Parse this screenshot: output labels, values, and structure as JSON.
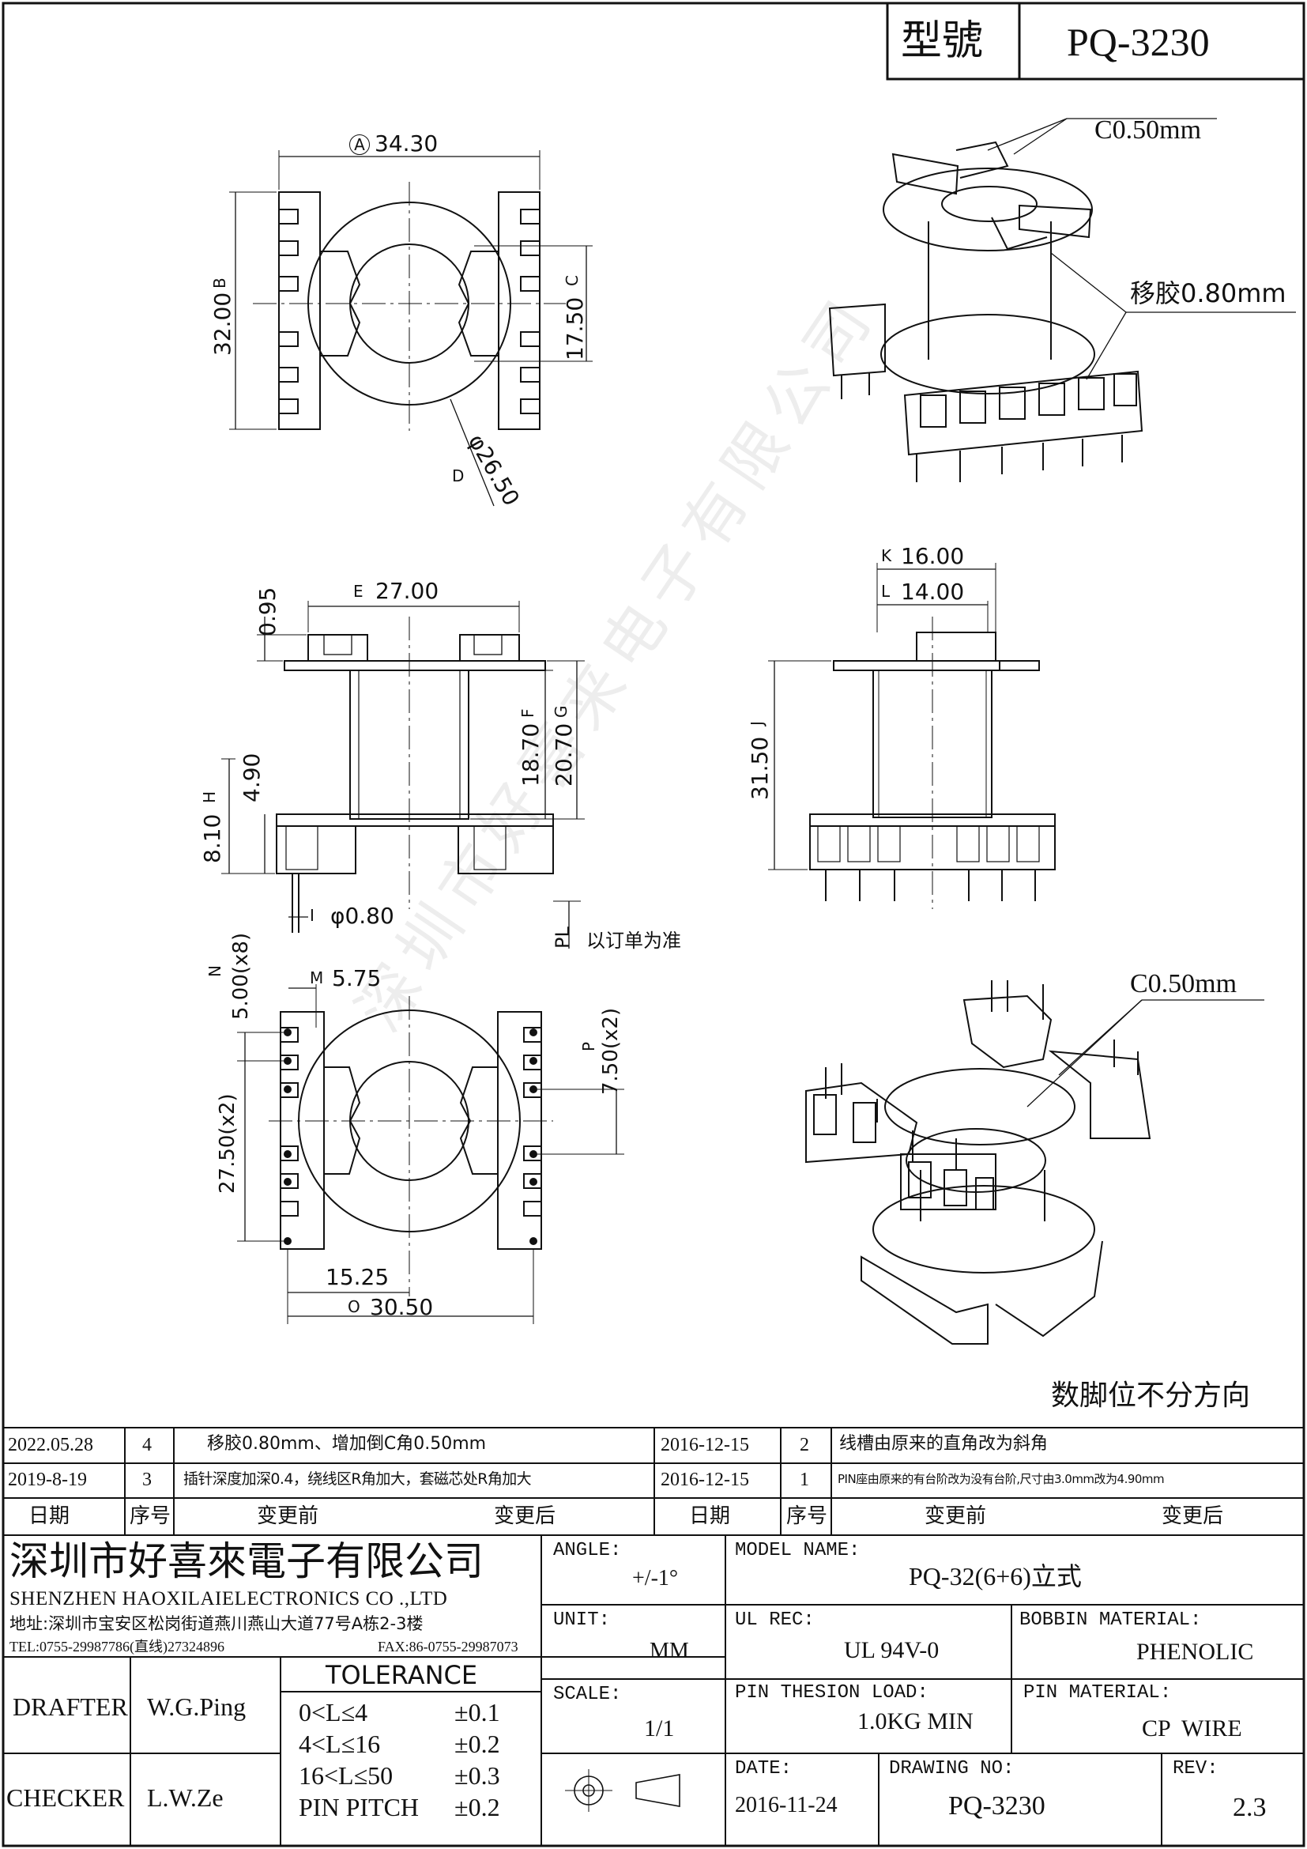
{
  "header": {
    "label": "型號",
    "value": "PQ-3230"
  },
  "watermark": "深圳市好喜来电子有限公司",
  "top_view": {
    "dim_a": "34.30",
    "dim_b": "32.00",
    "dim_c": "17.50",
    "dim_d": "φ26.50",
    "badge_a": "A",
    "badge_b": "B",
    "badge_c": "C",
    "badge_d": "D"
  },
  "iso_top": {
    "chamfer": "C0.50mm",
    "shift": "移胶0.80mm"
  },
  "front_view": {
    "dim_e": "27.00",
    "dim_095": "0.95",
    "dim_f": "18.70",
    "dim_g": "20.70",
    "dim_490": "4.90",
    "dim_h": "8.10",
    "dim_i": "φ0.80",
    "pl": "PL",
    "pl_note": "以订单为准",
    "badge_e": "E",
    "badge_f": "F",
    "badge_g": "G",
    "badge_h": "H",
    "badge_i": "I"
  },
  "side_view": {
    "dim_k": "16.00",
    "dim_l": "14.00",
    "dim_j": "31.50",
    "badge_k": "K",
    "badge_l": "L",
    "badge_j": "J"
  },
  "bottom_view": {
    "dim_m": "5.75",
    "dim_n": "5.00(x8)",
    "dim_p": "7.50(x2)",
    "dim_2750": "27.50(x2)",
    "dim_1525": "15.25",
    "dim_o": "30.50",
    "badge_m": "M",
    "badge_n": "N",
    "badge_p": "P",
    "badge_o": "O"
  },
  "iso_bottom": {
    "chamfer": "C0.50mm"
  },
  "pin_note": "数脚位不分方向",
  "revisions": {
    "left": [
      {
        "date": "2022.05.28",
        "no": "4",
        "text": "移胶0.80mm、增加倒C角0.50mm"
      },
      {
        "date": "2019-8-19",
        "no": "3",
        "text": "插针深度加深0.4，绕线区R角加大，套磁芯处R角加大"
      }
    ],
    "right": [
      {
        "date": "2016-12-15",
        "no": "2",
        "text": "线槽由原来的直角改为斜角"
      },
      {
        "date": "2016-12-15",
        "no": "1",
        "text": "PIN座由原来的有台阶改为没有台阶,尺寸由3.0mm改为4.90mm"
      }
    ],
    "headers": {
      "date": "日期",
      "no": "序号",
      "before": "变更前",
      "after": "变更后"
    }
  },
  "company": {
    "name_cn": "深圳市好喜來電子有限公司",
    "name_en": "SHENZHEN HAOXILAIELECTRONICS CO .,LTD",
    "address": "地址:深圳市宝安区松岗街道燕川燕山大道77号A栋2-3楼",
    "tel": "TEL:0755-29987786(直线)27324896",
    "fax": "FAX:86-0755-29987073"
  },
  "people": {
    "drafter_label": "DRAFTER",
    "drafter": "W.G.Ping",
    "checker_label": "CHECKER",
    "checker": "L.W.Ze"
  },
  "tolerance": {
    "title": "TOLERANCE",
    "rows": [
      {
        "range": "0<L≤4",
        "tol": "±0.1"
      },
      {
        "range": "4<L≤16",
        "tol": "±0.2"
      },
      {
        "range": "16<L≤50",
        "tol": "±0.3"
      },
      {
        "range": "PIN PITCH",
        "tol": "±0.2"
      }
    ]
  },
  "specs": {
    "angle_label": "ANGLE:",
    "angle": "+/-1°",
    "unit_label": "UNIT:",
    "unit": "MM",
    "scale_label": "SCALE:",
    "scale": "1/1",
    "model_label": "MODEL NAME:",
    "model": "PQ-32(6+6)立式",
    "ul_label": "UL REC:",
    "ul": "UL 94V-0",
    "bobbin_label": "BOBBIN MATERIAL:",
    "bobbin": "PHENOLIC",
    "load_label": "PIN THESION LOAD:",
    "load": "1.0KG MIN",
    "pin_label": "PIN MATERIAL:",
    "pin": "CP  WIRE",
    "date_label": "DATE:",
    "date": "2016-11-24",
    "drawing_label": "DRAWING NO:",
    "drawing": "PQ-3230",
    "rev_label": "REV:",
    "rev": "2.3"
  }
}
